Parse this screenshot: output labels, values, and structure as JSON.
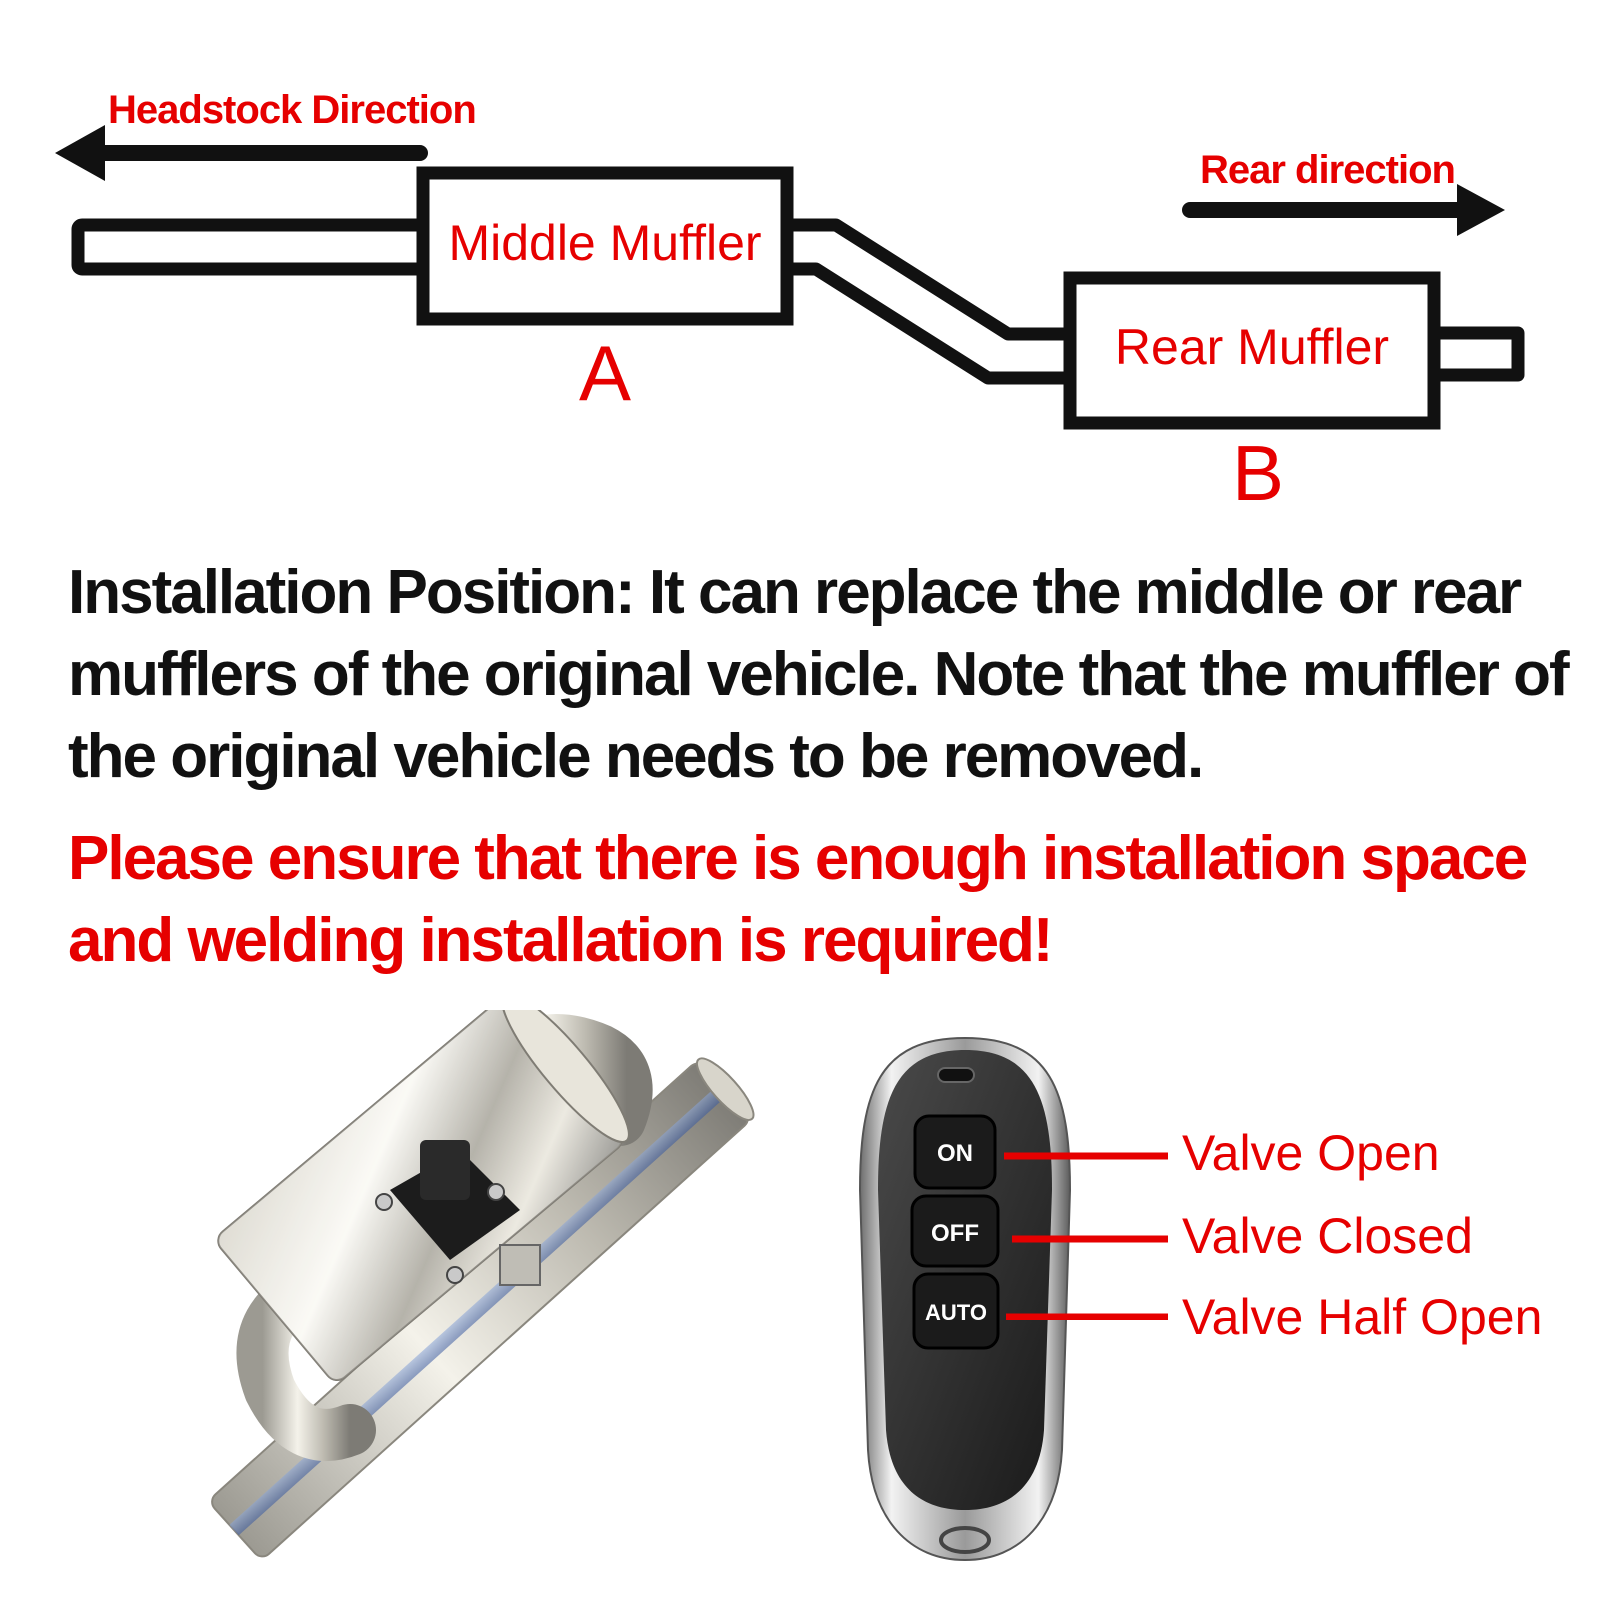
{
  "diagram": {
    "headstock_label": "Headstock Direction",
    "rear_direction_label": "Rear direction",
    "middle_muffler_label": "Middle Muffler",
    "middle_muffler_letter": "A",
    "rear_muffler_label": "Rear Muffler",
    "rear_muffler_letter": "B"
  },
  "info_text": "Installation Position: It can replace the middle or rear mufflers of the original vehicle. Note that the muffler of the original vehicle needs to be removed.",
  "warning_text": "Please ensure that there is enough installation space and welding installation is required!",
  "remote": {
    "buttons": [
      {
        "label": "ON",
        "description": "Valve Open"
      },
      {
        "label": "OFF",
        "description": "Valve Closed"
      },
      {
        "label": "AUTO",
        "description": "Valve Half Open"
      }
    ]
  },
  "colors": {
    "accent_red": "#e60000",
    "line_black": "#111111"
  }
}
